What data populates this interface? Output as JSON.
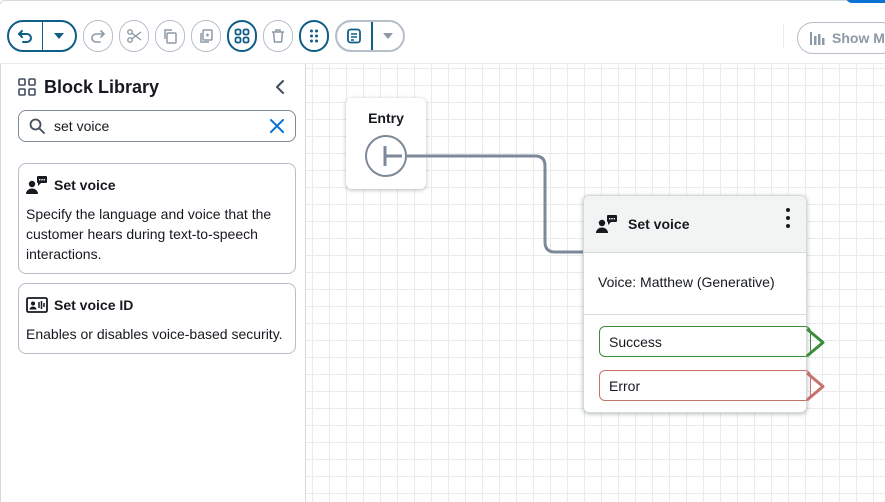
{
  "toolbar": {
    "buttons": [
      {
        "name": "undo",
        "icon": "undo-icon"
      },
      {
        "name": "undo-history",
        "icon": "caret-down-icon"
      },
      {
        "name": "redo",
        "icon": "redo-icon"
      },
      {
        "name": "cut",
        "icon": "scissors-icon"
      },
      {
        "name": "copy",
        "icon": "copy-icon"
      },
      {
        "name": "paste",
        "icon": "paste-icon"
      },
      {
        "name": "select-all",
        "icon": "grid-icon"
      },
      {
        "name": "delete",
        "icon": "trash-icon"
      },
      {
        "name": "drag",
        "icon": "drag-handle-icon"
      },
      {
        "name": "notes",
        "icon": "notes-icon"
      },
      {
        "name": "notes-menu",
        "icon": "caret-down-icon"
      }
    ],
    "show_label": "Show M"
  },
  "sidebar": {
    "title": "Block Library",
    "search": {
      "value": "set voice",
      "placeholder": ""
    },
    "cards": [
      {
        "title": "Set voice",
        "description": "Specify the language and voice that the customer hears during text-to-speech interactions.",
        "icon": "voice-speaker-icon"
      },
      {
        "title": "Set voice ID",
        "description": "Enables or disables voice-based security.",
        "icon": "voice-id-icon"
      }
    ]
  },
  "canvas": {
    "entry_label": "Entry",
    "block": {
      "title": "Set voice",
      "detail": "Voice: Matthew (Generative)",
      "branches": [
        {
          "label": "Success",
          "color": "#3b8d3b"
        },
        {
          "label": "Error",
          "color": "#c5726a"
        }
      ]
    },
    "connector_color": "#7d8998"
  },
  "colors": {
    "accent": "#0f5e87",
    "disabled": "#b6bec9"
  }
}
